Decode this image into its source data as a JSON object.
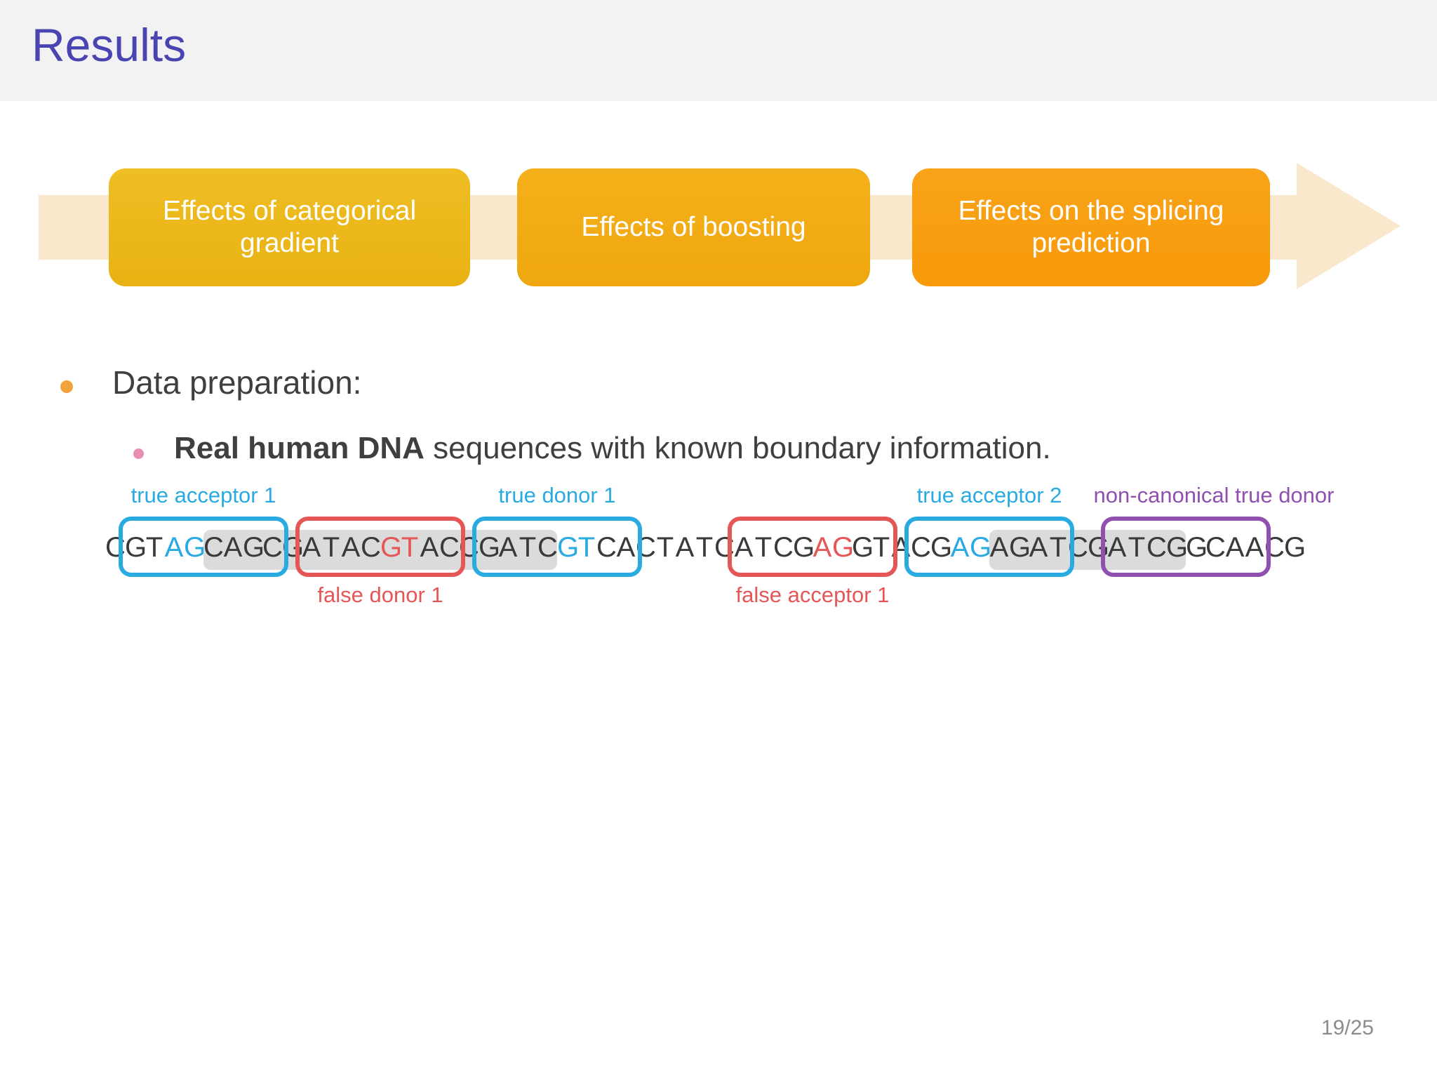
{
  "slide": {
    "title": "Results",
    "page_number": "19/25"
  },
  "process_flow": {
    "arrow_color": "#FAE8CC",
    "steps": [
      {
        "label": "Effects of categorical gradient",
        "color_top": "#EFBE24",
        "color": "#E9B213"
      },
      {
        "label": "Effects of boosting",
        "color_top": "#F4B01A",
        "color": "#F0A70F"
      },
      {
        "label": "Effects on the splicing prediction",
        "color_top": "#F9A318",
        "color": "#F79A0B"
      }
    ]
  },
  "bullets": {
    "level1": "Data preparation:",
    "level1_bullet_color": "#F2A33C",
    "level2_bold": "Real human DNA",
    "level2_rest": " sequences with known boundary information.",
    "level2_bullet_color": "#E78FB3"
  },
  "sequence_diagram": {
    "full_sequence": "CGTAGCAGCGATACGTACCGATCGTCACTATCATCGAGGTACGAGAGATCGATCGGCAACG",
    "colors": {
      "cyan": "#29ABE2",
      "red": "#E45756",
      "purple": "#9050B0",
      "gray": "#DBDBDB",
      "title": "#4A44B2",
      "band": "#FAE8CC",
      "bullet1": "#F2A33C",
      "bullet2": "#E78FB3"
    },
    "segments": [
      {
        "t": "C"
      },
      {
        "t": "GT"
      },
      {
        "t": "AG",
        "color": "cyan"
      },
      {
        "t": "CAGC",
        "gray": true
      },
      {
        "t": "G",
        "gray": true
      },
      {
        "t": "ATAC",
        "gray": true
      },
      {
        "t": "GT",
        "color": "red",
        "gray": true
      },
      {
        "t": "AC",
        "gray": true
      },
      {
        "t": "C",
        "gray": true
      },
      {
        "t": "GATC",
        "gray": true
      },
      {
        "t": "GT",
        "color": "cyan"
      },
      {
        "t": "CA"
      },
      {
        "t": "CTATC"
      },
      {
        "t": "ATCG"
      },
      {
        "t": "AG",
        "color": "red"
      },
      {
        "t": "GT"
      },
      {
        "t": "A"
      },
      {
        "t": "CG"
      },
      {
        "t": "AG",
        "color": "cyan"
      },
      {
        "t": "AGAT",
        "gray": true
      },
      {
        "t": "CG",
        "gray": true
      },
      {
        "t": "ATCG",
        "gray": true
      },
      {
        "t": "GCAA"
      },
      {
        "t": "CG"
      }
    ],
    "boxes": [
      {
        "color": "cyan",
        "start": 1,
        "end": 8,
        "label": "true acceptor 1",
        "label_pos": "top"
      },
      {
        "color": "red",
        "start": 10,
        "end": 17,
        "label": "false donor 1",
        "label_pos": "bottom"
      },
      {
        "color": "cyan",
        "start": 19,
        "end": 26,
        "label": "true donor 1",
        "label_pos": "top"
      },
      {
        "color": "red",
        "start": 32,
        "end": 39,
        "label": "false acceptor 1",
        "label_pos": "bottom"
      },
      {
        "color": "cyan",
        "start": 41,
        "end": 48,
        "label": "true acceptor 2",
        "label_pos": "top"
      },
      {
        "color": "purple",
        "start": 51,
        "end": 58,
        "label": "non-canonical true donor",
        "label_pos": "top",
        "label_dx": 40
      }
    ]
  }
}
